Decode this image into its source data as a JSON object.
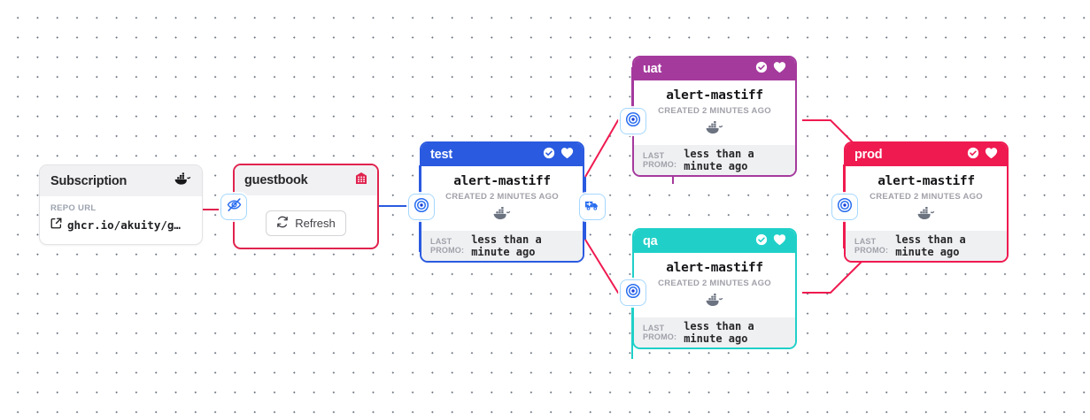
{
  "canvas": {
    "background": "#ffffff",
    "dot_color": "#6b7280"
  },
  "subscription": {
    "title": "Subscription",
    "icon": "docker-whale-icon",
    "repo_label": "REPO URL",
    "repo_url": "ghcr.io/akuity/g…",
    "link_icon": "external-link-icon"
  },
  "warehouse": {
    "title": "guestbook",
    "icon": "warehouse-icon",
    "icon_color": "#e0234e",
    "border_color": "#e0234e",
    "refresh_label": "Refresh",
    "refresh_icon": "refresh-icon"
  },
  "stages": [
    {
      "name": "test",
      "color": "#2a5ae0",
      "freight": "alert-mastiff",
      "created": "CREATED 2 MINUTES AGO",
      "artifact_icon": "docker-whale-icon",
      "promo_label": "LAST PROMO:",
      "promo_value": "less than a minute ago",
      "header_icons": [
        "check-circle-icon",
        "heart-icon"
      ]
    },
    {
      "name": "uat",
      "color": "#a53a9d",
      "freight": "alert-mastiff",
      "created": "CREATED 2 MINUTES AGO",
      "artifact_icon": "docker-whale-icon",
      "promo_label": "LAST PROMO:",
      "promo_value": "less than a minute ago",
      "header_icons": [
        "check-circle-icon",
        "heart-icon"
      ]
    },
    {
      "name": "qa",
      "color": "#20d0c8",
      "freight": "alert-mastiff",
      "created": "CREATED 2 MINUTES AGO",
      "artifact_icon": "docker-whale-icon",
      "promo_label": "LAST PROMO:",
      "promo_value": "less than a minute ago",
      "header_icons": [
        "check-circle-icon",
        "heart-icon"
      ]
    },
    {
      "name": "prod",
      "color": "#ef1a50",
      "freight": "alert-mastiff",
      "created": "CREATED 2 MINUTES AGO",
      "artifact_icon": "docker-whale-icon",
      "promo_label": "LAST PROMO:",
      "promo_value": "less than a minute ago",
      "header_icons": [
        "check-circle-icon",
        "heart-icon"
      ]
    }
  ],
  "edge_chips": [
    {
      "id": "hide-subscription",
      "icon": "eye-slash-icon"
    },
    {
      "id": "target-test",
      "icon": "target-icon"
    },
    {
      "id": "promote-test",
      "icon": "truck-icon"
    },
    {
      "id": "target-uat",
      "icon": "target-icon"
    },
    {
      "id": "target-qa",
      "icon": "target-icon"
    },
    {
      "id": "target-prod",
      "icon": "target-icon"
    }
  ],
  "edge_colors": {
    "subscription_to_warehouse": "#e0234e",
    "warehouse_to_test": "#2a5ae0",
    "test_to_uat": "#ef1a50",
    "test_to_qa": "#ef1a50",
    "uat_to_prod": "#ef1a50",
    "qa_to_prod": "#ef1a50",
    "uat_border": "#a53a9d",
    "qa_border": "#20d0c8"
  }
}
